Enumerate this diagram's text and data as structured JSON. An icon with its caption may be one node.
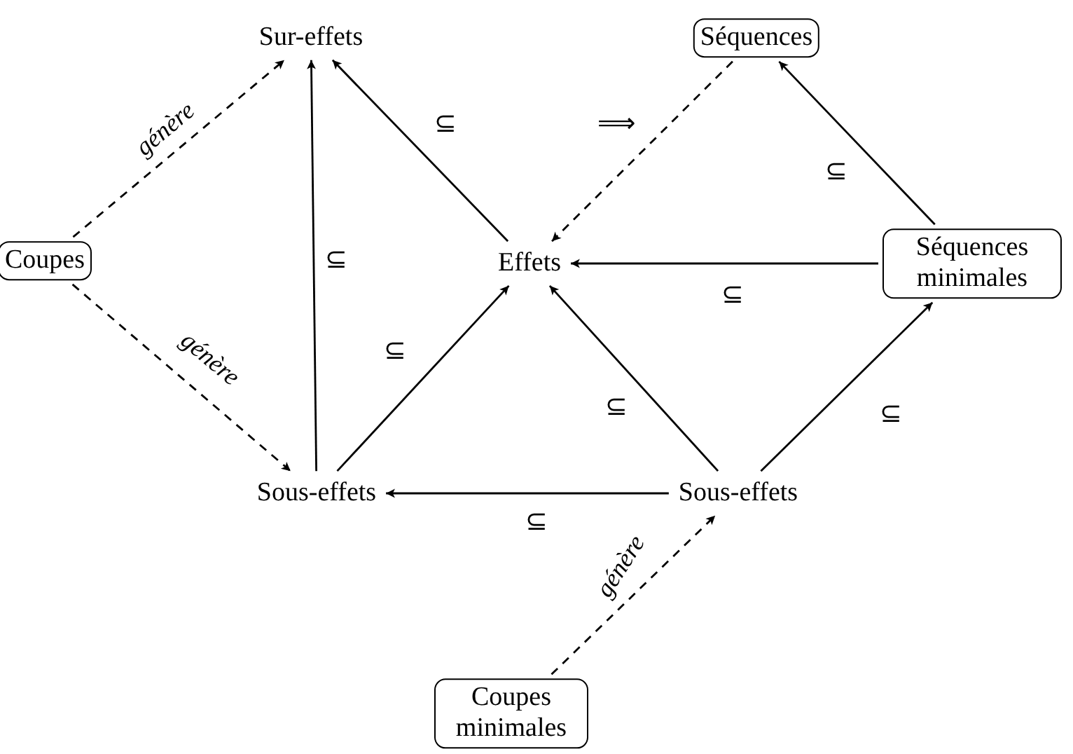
{
  "diagram": {
    "nodes": [
      {
        "text": [
          "Sur-effets"
        ]
      },
      {
        "text": [
          "Séquences"
        ]
      },
      {
        "text": [
          "Coupes"
        ]
      },
      {
        "text": [
          "Effets"
        ]
      },
      {
        "text": [
          "Séquences minimales"
        ]
      },
      {
        "text": [
          "Sous-effets"
        ]
      },
      {
        "text": [
          "Sous-effets"
        ]
      },
      {
        "text": [
          "Coupes minimales"
        ]
      }
    ],
    "edges": [
      {
        "from": 2,
        "to": 0,
        "arrow": "to",
        "label": "génère",
        "style": "dashed"
      },
      {
        "from": 2,
        "to": 5,
        "arrow": "to",
        "label": "génère",
        "style": "dashed"
      },
      {
        "from": 5,
        "to": 0,
        "arrow": "to",
        "label": "⊆"
      },
      {
        "from": 5,
        "to": 3,
        "arrow": "to",
        "label": "⊆"
      },
      {
        "from": 3,
        "to": 0,
        "arrow": "to",
        "label": "⊆"
      },
      {
        "from": 1,
        "to": 3,
        "arrow": "to",
        "style": "dashed"
      },
      {
        "from": 4,
        "to": 1,
        "arrow": "to",
        "label": "⊆"
      },
      {
        "from": 4,
        "to": 3,
        "arrow": "to",
        "label": "⊆"
      },
      {
        "from": 6,
        "to": 3,
        "arrow": "to",
        "label": "⊆"
      },
      {
        "from": 6,
        "to": 4,
        "arrow": "to",
        "label": "⊆"
      },
      {
        "from": 6,
        "to": 5,
        "arrow": "to",
        "label": "⊆"
      },
      {
        "from": 7,
        "to": 6,
        "arrow": "to",
        "label": "génère",
        "style": "dashed"
      }
    ],
    "labels": [
      "⟹"
    ]
  }
}
